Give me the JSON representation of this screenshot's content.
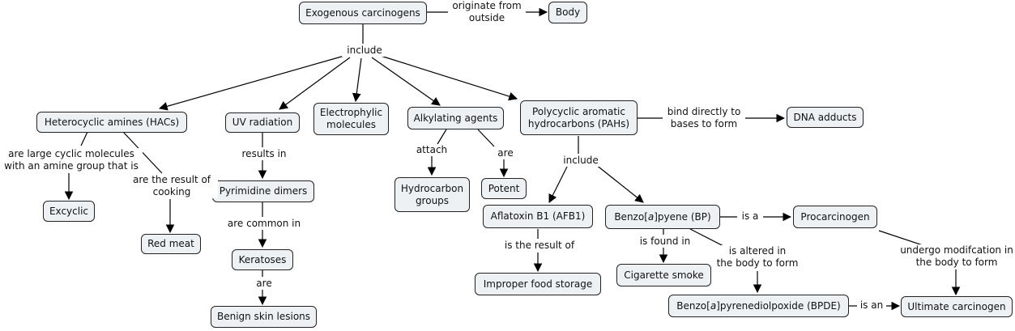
{
  "nodes": {
    "exogenous": "Exogenous carcinogens",
    "body": "Body",
    "hacs": "Heterocyclic amines (HACs)",
    "uv": "UV radiation",
    "electrophylic": "Electrophylic\nmolecules",
    "alkylating": "Alkylating agents",
    "pahs": "Polycyclic aromatic\nhydrocarbons (PAHs)",
    "dna_adducts": "DNA adducts",
    "excyclic": "Excyclic",
    "red_meat": "Red meat",
    "pyrimidine": "Pyrimidine dimers",
    "keratoses": "Keratoses",
    "benign": "Benign skin lesions",
    "hydrocarbon": "Hydrocarbon\ngroups",
    "potent": "Potent",
    "aflatoxin": "Aflatoxin B1 (AFB1)",
    "bp_pre": "Benzo[",
    "bp_it": "a",
    "bp_post": " ]pyene (BP)",
    "procarcinogen": "Procarcinogen",
    "improper": "Improper food storage",
    "cigarette": "Cigarette smoke",
    "bpde_pre": "Benzo[",
    "bpde_it": "a",
    "bpde_post": " ]pyrenediolpoxide (BPDE)",
    "ultimate": "Ultimate carcinogen"
  },
  "links": {
    "originate": "originate from\noutside",
    "include_top": "include",
    "are_large": "are large cyclic molecules\nwith an amine group that is",
    "result_cooking": "are the result of\ncooking",
    "results_in": "results in",
    "common_in": "are common in",
    "are": "are",
    "attach": "attach",
    "are_potent": "are",
    "bind": "bind directly to\nbases to form",
    "include_pah": "include",
    "result_of": "is the result of",
    "found_in": "is found in",
    "altered": "is altered in\nthe body to form",
    "is_a": "is a",
    "undergo": "undergo modifcation in\nthe body to form",
    "is_an": "is an"
  }
}
